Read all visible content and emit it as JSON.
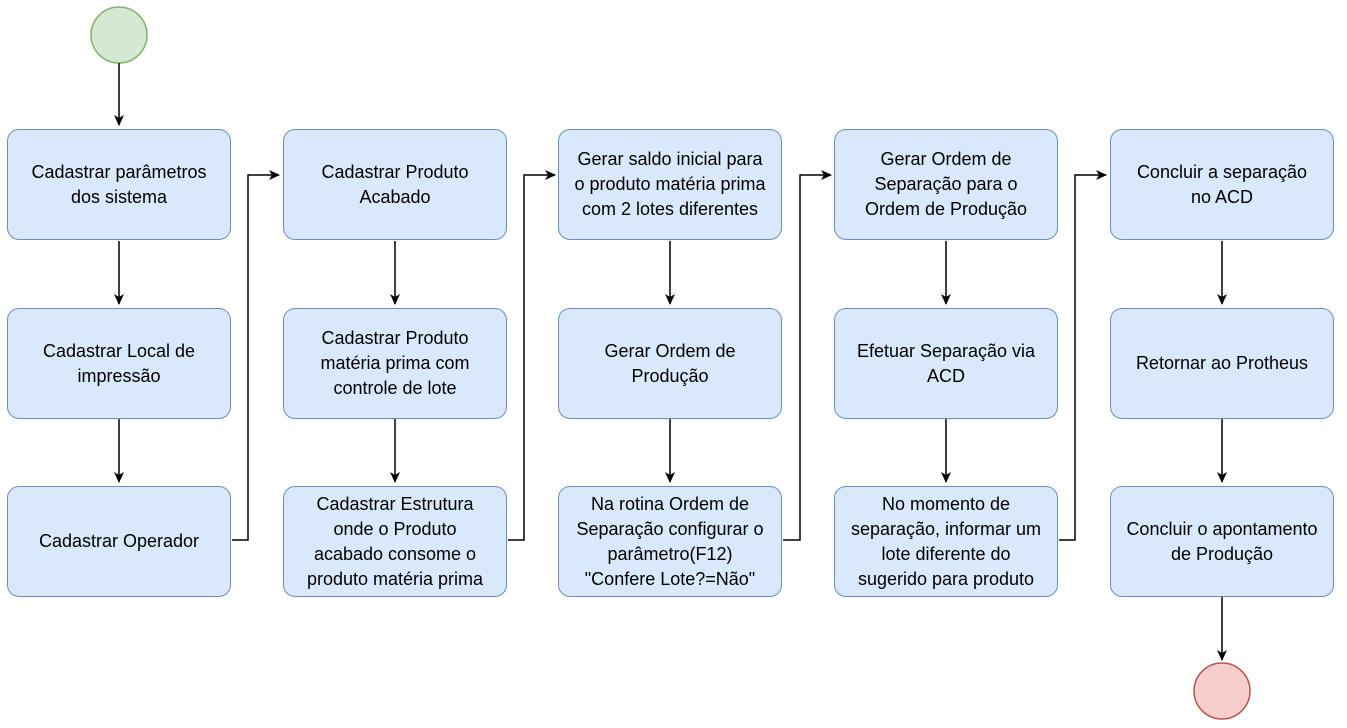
{
  "colors": {
    "node_fill": "#dae8fc",
    "node_stroke": "#6c8ebf",
    "start_fill": "#d5e8d4",
    "start_stroke": "#82b366",
    "end_fill": "#f8cecc",
    "end_stroke": "#b85450",
    "edge": "#000000"
  },
  "nodes": [
    {
      "id": "n1",
      "label": "Cadastrar parâmetros\ndos sistema"
    },
    {
      "id": "n2",
      "label": "Cadastrar Local de\nimpressão"
    },
    {
      "id": "n3",
      "label": "Cadastrar Operador"
    },
    {
      "id": "n4",
      "label": "Cadastrar Produto\nAcabado"
    },
    {
      "id": "n5",
      "label": "Cadastrar Produto\nmatéria prima com\ncontrole de lote"
    },
    {
      "id": "n6",
      "label": "Cadastrar Estrutura\nonde o Produto\nacabado consome o\nproduto matéria prima"
    },
    {
      "id": "n7",
      "label": "Gerar saldo inicial para\no produto matéria prima\ncom 2 lotes diferentes"
    },
    {
      "id": "n8",
      "label": "Gerar Ordem de\nProdução"
    },
    {
      "id": "n9",
      "label": "Na rotina Ordem de\nSeparação configurar o\nparâmetro(F12)\n\"Confere Lote?=Não\""
    },
    {
      "id": "n10",
      "label": "Gerar Ordem de\nSeparação para o\nOrdem de Produção"
    },
    {
      "id": "n11",
      "label": "Efetuar Separação via\nACD"
    },
    {
      "id": "n12",
      "label": "No momento de\nseparação, informar um\nlote diferente do\nsugerido para produto"
    },
    {
      "id": "n13",
      "label": "Concluir a separação\nno ACD"
    },
    {
      "id": "n14",
      "label": "Retornar ao Protheus"
    },
    {
      "id": "n15",
      "label": "Concluir o apontamento\nde Produção"
    }
  ]
}
